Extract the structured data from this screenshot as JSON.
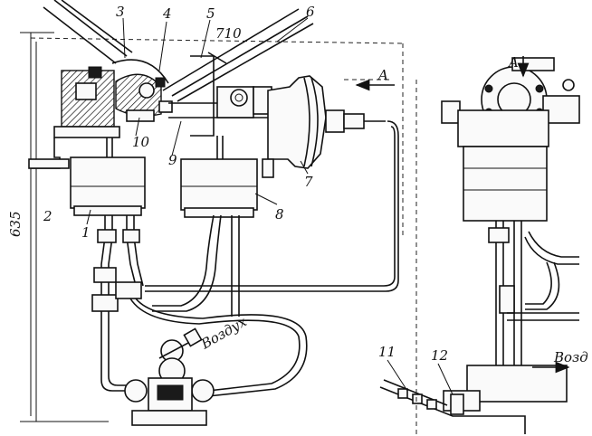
{
  "diagram": {
    "labels": {
      "l1": "1",
      "l2": "2",
      "l3": "3",
      "l4": "4",
      "l5": "5",
      "l6": "6",
      "l7": "7",
      "l8": "8",
      "l9": "9",
      "l10": "10",
      "l11": "11",
      "l12": "12",
      "dim_top": "710",
      "dim_side": "635",
      "view_a": "A",
      "view_a_right": "A",
      "air_left": "Воздух",
      "air_right": "Возд"
    }
  }
}
